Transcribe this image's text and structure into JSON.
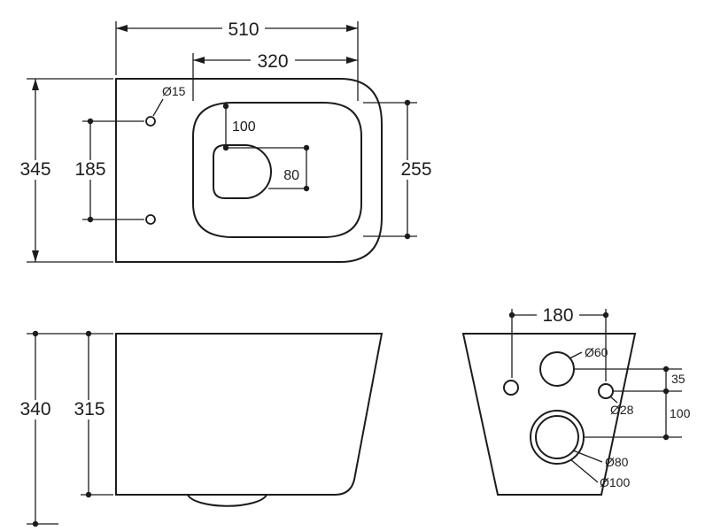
{
  "views": {
    "top": {
      "overall_width": "510",
      "rim_width": "320",
      "overall_depth": "345",
      "mount_hole_spacing": "185",
      "rim_depth": "255",
      "mount_hole_dia": "Ø15",
      "bowl_offset_vertical": "100",
      "bowl_offset_horizontal": "80"
    },
    "side": {
      "overall_height": "340",
      "body_height": "315"
    },
    "rear": {
      "fixing_hole_spacing": "180",
      "inlet_dia": "Ø60",
      "fixing_hole_dia": "Ø28",
      "inlet_to_hole_offset": "35",
      "hole_to_outlet_offset": "100",
      "outlet_inner_dia": "Ø80",
      "outlet_outer_dia": "Ø100"
    }
  },
  "style": {
    "line_color": "#1c1c1c",
    "background": "#ffffff"
  }
}
